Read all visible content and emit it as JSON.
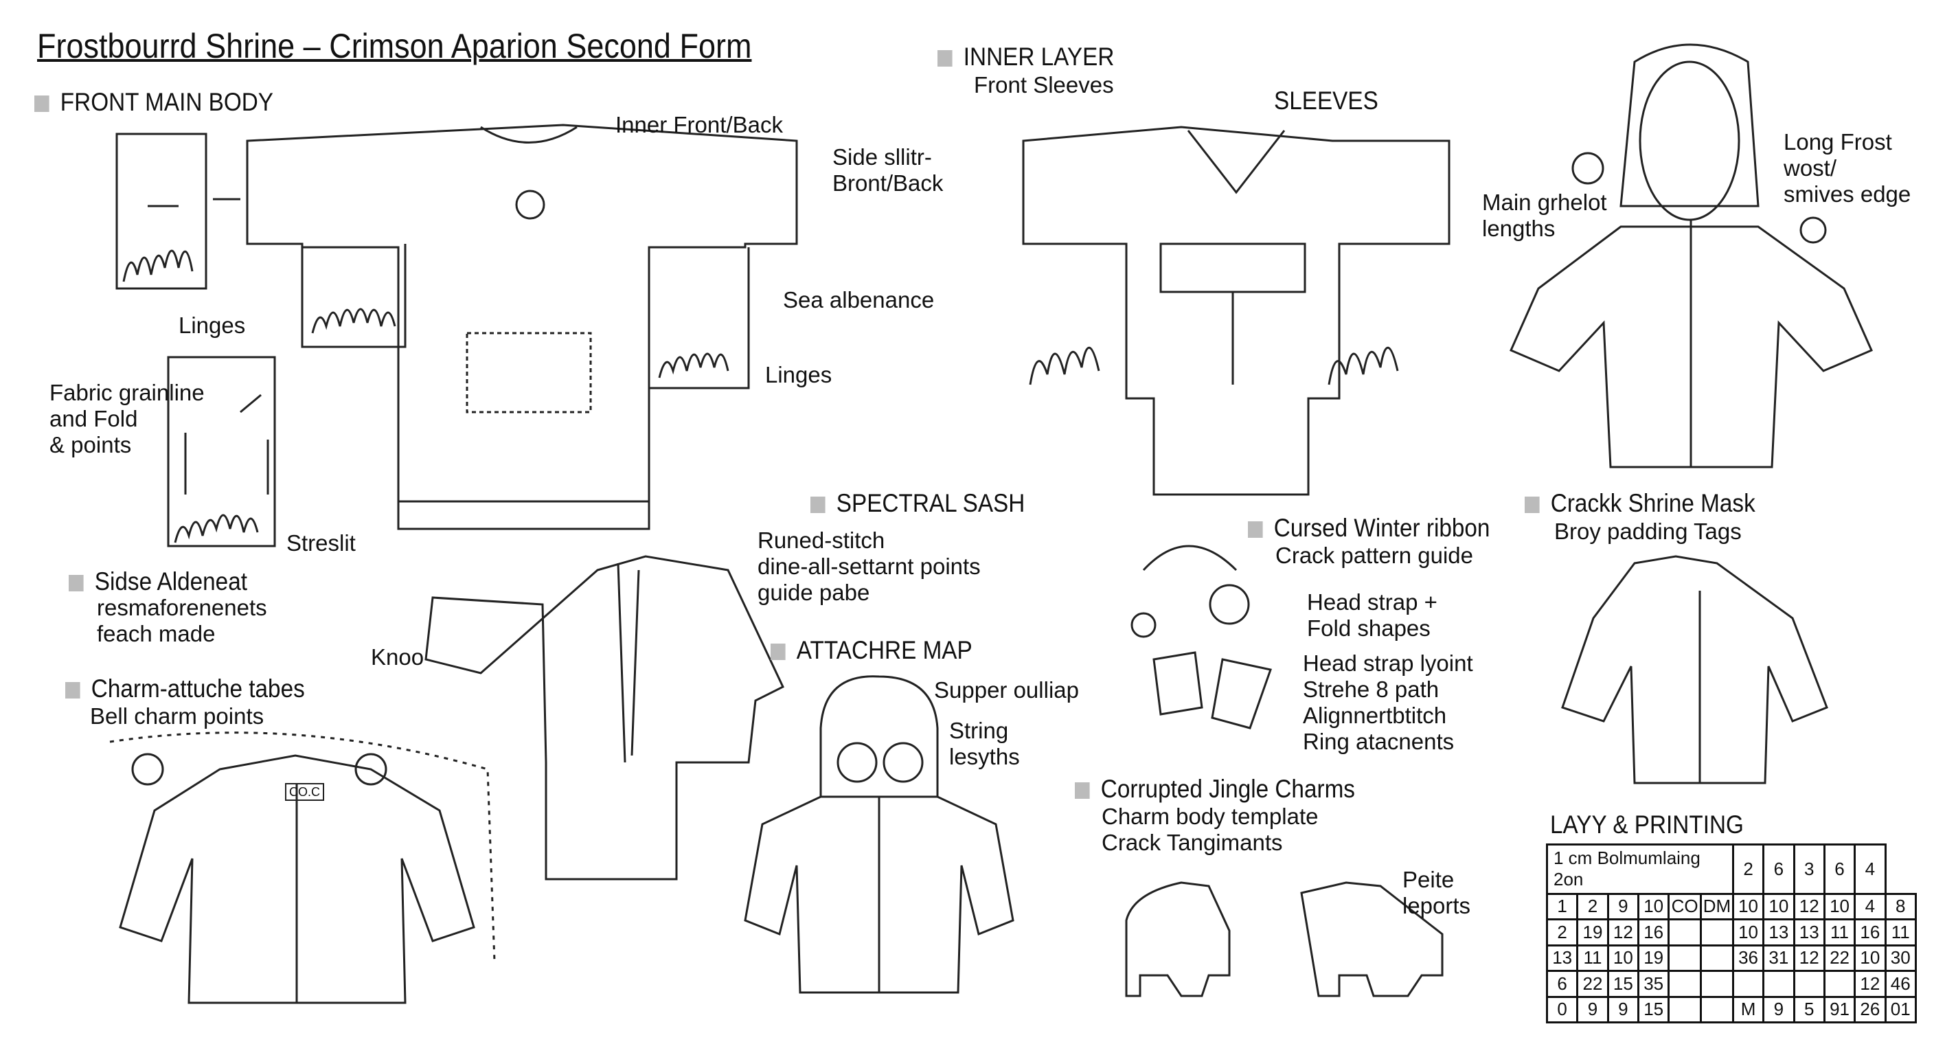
{
  "title": "Frostbourrd Shrine – Crimson Aparion Second Form",
  "sections": {
    "front_main_body": "FRONT MAIN BODY",
    "inner_layer": "INNER LAYER",
    "sleeves": "SLEEVES",
    "spectral_sash": "SPECTRAL SASH",
    "attach_map": "ATTACHRE MAP",
    "cursed_ribbon": "Cursed Winter ribbon",
    "corrupted_charms": "Corrupted Jingle Charms",
    "shrine_mask": "Crackk Shrine Mask",
    "layout_printing": "LAYY & PRINTING",
    "side_allowance": "Sidse Aldeneat",
    "charm_tabs": "Charm-attuche tabes"
  },
  "labels": {
    "inner_front_back": "Inner Front/Back",
    "side_slit": "Side sllitr-\nBront/Back",
    "linges_1": "Linges",
    "sea_allowance": "Sea albenance",
    "linges_2": "Linges",
    "fabric_grainline": "Fabric grainline\nand Fold\n& points",
    "streslit": "Streslit",
    "side_allowance_sub": "resmaforenenets\nfeach made",
    "charm_tabs_sub": "Bell charm points",
    "front_sleeves": "Front Sleeves",
    "main_grhelot": "Main grhelot\nlengths",
    "long_frost": "Long Frost\nwost/\nsmives edge",
    "runed_stitch": "Runed-stitch\ndine-all-settarnt points\nguide pabe",
    "knoo": "Knoo",
    "supper_oulliap": "Supper oulliap",
    "string_lengths": "String\nlesyths",
    "crack_pattern": "Crack pattern guide",
    "head_strap": "Head strap +\nFold shapes",
    "head_strap_lyoint": "Head strap lyoint\nStrehe 8 path\nAlignnertbtitch\nRing atacnents",
    "charm_body": "Charm body template\nCrack Tangimants",
    "peite": "Peite\nleports",
    "broy_padding": "Broy padding Tags",
    "tag_text": "CO.C"
  },
  "table": {
    "header": "1 cm Bolmumlaing 2on",
    "header_values": [
      "2",
      "6",
      "3",
      "6",
      "4"
    ],
    "rows": [
      [
        "1",
        "2",
        "9",
        "10",
        "CO",
        "DM",
        "10",
        "10",
        "12",
        "10",
        "4",
        "8"
      ],
      [
        "2",
        "19",
        "12",
        "16",
        "",
        "",
        "10",
        "13",
        "13",
        "11",
        "16",
        "11"
      ],
      [
        "13",
        "11",
        "10",
        "19",
        "",
        "",
        "36",
        "31",
        "12",
        "22",
        "10",
        "30"
      ],
      [
        "6",
        "22",
        "15",
        "35",
        "",
        "",
        "",
        "",
        "",
        "",
        "12",
        "46"
      ],
      [
        "0",
        "9",
        "9",
        "15",
        "",
        "",
        "M",
        "9",
        "5",
        "91",
        "26",
        "01"
      ]
    ]
  }
}
